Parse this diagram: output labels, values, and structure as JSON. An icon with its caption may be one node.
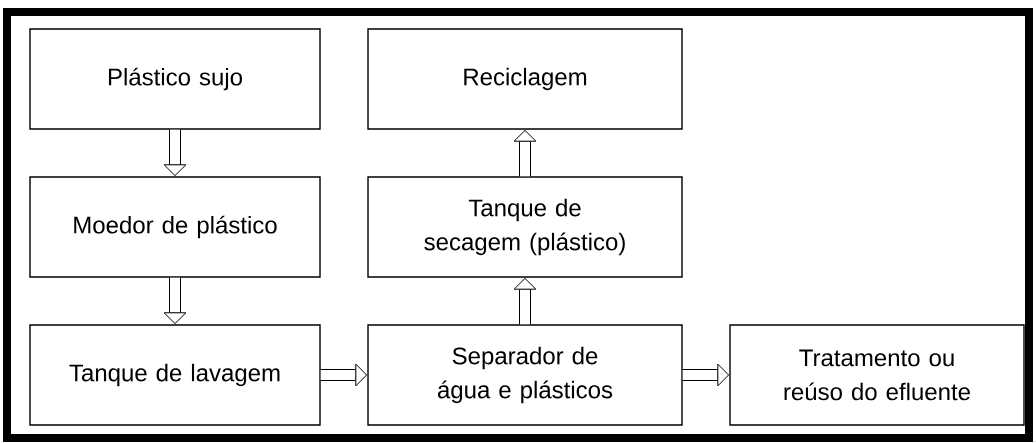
{
  "diagram": {
    "nodes": [
      {
        "text": [
          "Plástico sujo"
        ]
      },
      {
        "text": [
          "Moedor de plástico"
        ]
      },
      {
        "text": [
          "Tanque de lavagem"
        ]
      },
      {
        "text": [
          "Reciclagem"
        ]
      },
      {
        "text": [
          "Tanque de secagem (plástico)"
        ]
      },
      {
        "text": [
          "Separador de água e plásticos"
        ]
      },
      {
        "text": [
          "Tratamento ou reúso do efluente"
        ]
      }
    ],
    "edges": [
      {
        "from": 0,
        "to": 1,
        "arrow": "to"
      },
      {
        "from": 1,
        "to": 2,
        "arrow": "to"
      },
      {
        "from": 2,
        "to": 5,
        "arrow": "to"
      },
      {
        "from": 5,
        "to": 4,
        "arrow": "to"
      },
      {
        "from": 4,
        "to": 3,
        "arrow": "to"
      },
      {
        "from": 5,
        "to": 6,
        "arrow": "to"
      }
    ]
  }
}
